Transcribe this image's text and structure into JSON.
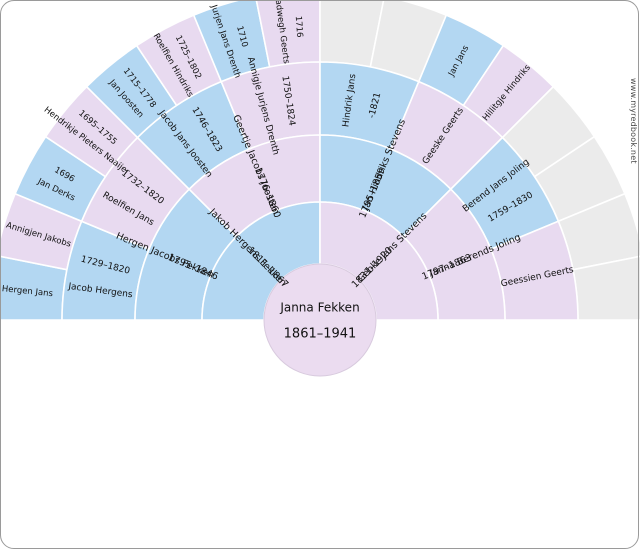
{
  "watermark": "www.myredbook.net",
  "colors": {
    "male": "#b3d7f2",
    "female": "#e8daf0",
    "center": "#ebdcf0",
    "empty": "#ebebeb",
    "stroke": "#ffffff",
    "text": "#111111",
    "background": "#ffffff",
    "border": "#9a9a9a"
  },
  "chart_data": {
    "type": "fan-chart",
    "title": "Ancestor fan chart",
    "center": {
      "name": "Janna Fekken",
      "dates": "1861–1941",
      "sex": "female"
    },
    "generations": [
      {
        "ring": 1,
        "people": [
          {
            "name": "Jakob Hergens Fekken",
            "dates": "1811–1867",
            "sex": "male"
          },
          {
            "name": "Gebke Jans Stevens",
            "dates": "1831–1920",
            "sex": "female"
          }
        ]
      },
      {
        "ring": 2,
        "people": [
          {
            "name": "Hergen Jacobs Fekken",
            "dates": "1795–1846",
            "sex": "male"
          },
          {
            "name": "Geertje Jacobs Joosten",
            "dates": "1776–1860",
            "sex": "female"
          },
          {
            "name": "Jan Hindriks Stevens",
            "dates": "1795–1859",
            "sex": "male"
          },
          {
            "name": "Janna Berends Joling",
            "dates": "1797–1863",
            "sex": "female"
          }
        ]
      },
      {
        "ring": 3,
        "people": [
          {
            "name": "Jacob Hergens",
            "dates": "1729–1820",
            "sex": "male"
          },
          {
            "name": "Roelfien Jans",
            "dates": "1732–1820",
            "sex": "female"
          },
          {
            "name": "Jacob Jans Joosten",
            "dates": "1746–1823",
            "sex": "male"
          },
          {
            "name": "Annigje Jurjens Drenth",
            "dates": "1750–1824",
            "sex": "female"
          },
          {
            "name": "Hindrik Jans",
            "dates": "-1821",
            "sex": "male"
          },
          {
            "name": "Geeske Geerts",
            "dates": "",
            "sex": "female"
          },
          {
            "name": "Berend Jans Joling",
            "dates": "1759–1830",
            "sex": "male"
          },
          {
            "name": "Geessien Geerts",
            "dates": "",
            "sex": "female"
          }
        ]
      },
      {
        "ring": 4,
        "people": [
          {
            "name": "Hergen Jans",
            "dates": "",
            "sex": "male"
          },
          {
            "name": "Annigjen Jakobs",
            "dates": "",
            "sex": "female"
          },
          {
            "name": "Jan Derks",
            "dates": "1696",
            "sex": "male"
          },
          {
            "name": "Hendrikje Pieters Naaijer",
            "dates": "1695–1755",
            "sex": "female"
          },
          {
            "name": "Jan Joosten",
            "dates": "1715–1778",
            "sex": "male"
          },
          {
            "name": "Roelfien Hindriks",
            "dates": "1725–1802",
            "sex": "female"
          },
          {
            "name": "Jurjen Jans Drenth",
            "dates": "1710",
            "sex": "male"
          },
          {
            "name": "Hadwegh Geerts",
            "dates": "1716",
            "sex": "female"
          },
          {
            "name": "",
            "dates": "",
            "sex": "empty"
          },
          {
            "name": "",
            "dates": "",
            "sex": "empty"
          },
          {
            "name": "Jan Jans",
            "dates": "",
            "sex": "male"
          },
          {
            "name": "Hillitgje Hindriks",
            "dates": "",
            "sex": "female"
          },
          {
            "name": "",
            "dates": "",
            "sex": "empty"
          },
          {
            "name": "",
            "dates": "",
            "sex": "empty"
          },
          {
            "name": "",
            "dates": "",
            "sex": "empty"
          },
          {
            "name": "",
            "dates": "",
            "sex": "empty"
          }
        ]
      }
    ]
  }
}
